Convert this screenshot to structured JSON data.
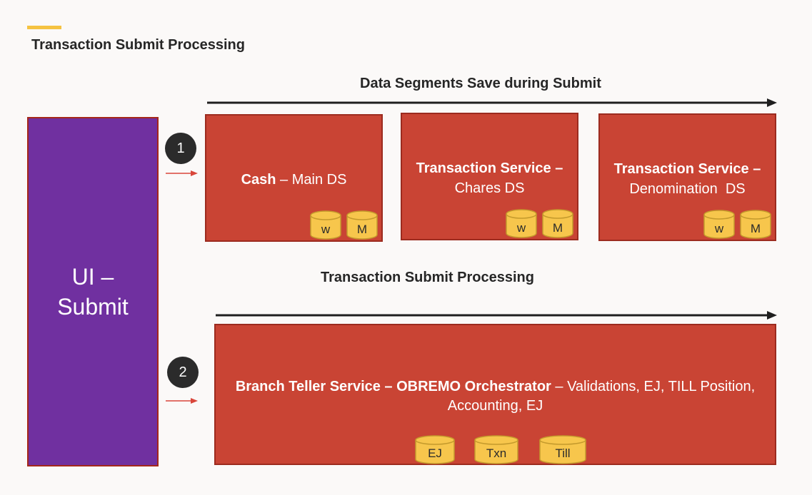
{
  "header": {
    "title": "Transaction Submit Processing"
  },
  "top_section": {
    "title": "Data Segments Save during Submit",
    "boxes": [
      {
        "bold": "Cash",
        "rest": " – Main DS",
        "dbs": [
          "w",
          "M"
        ]
      },
      {
        "bold": "Transaction Service –",
        "rest": "Chares DS",
        "dbs": [
          "w",
          "M"
        ]
      },
      {
        "bold": "Transaction Service –",
        "rest": "Denomination  DS",
        "dbs": [
          "w",
          "M"
        ]
      }
    ]
  },
  "bottom_section": {
    "title": "Transaction Submit Processing",
    "box": {
      "bold": "Branch Teller Service – OBREMO Orchestrator",
      "rest_line1": " – Validations, EJ, TILL Position,",
      "line2": "Accounting, EJ",
      "dbs": [
        "EJ",
        "Txn",
        "Till"
      ]
    }
  },
  "ui_box": {
    "line1": "UI –",
    "line2": "Submit"
  },
  "steps": [
    "1",
    "2"
  ],
  "colors": {
    "ds_box": "#c94434",
    "ui_box": "#7030a0",
    "database": "#f7c64c",
    "accent": "#f5c342",
    "step_circle": "#2b2b2b"
  }
}
